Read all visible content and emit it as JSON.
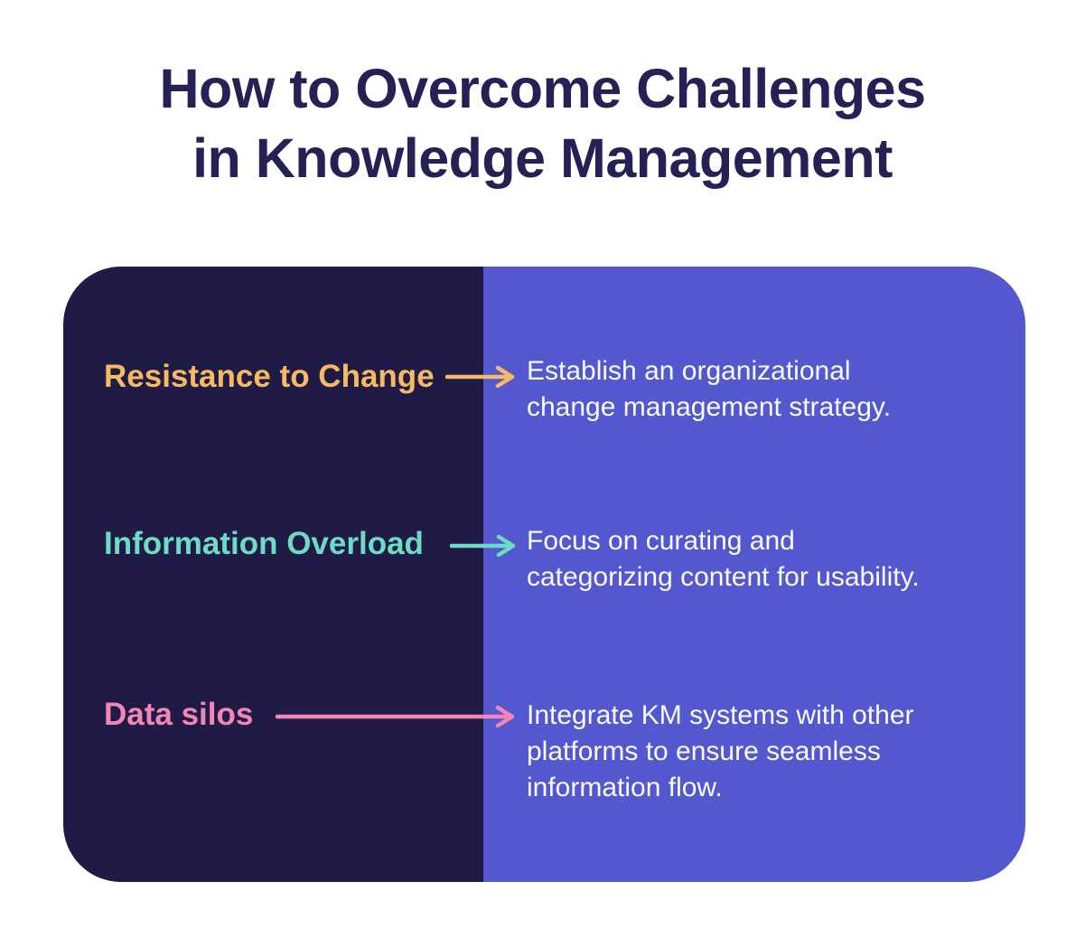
{
  "title": {
    "line1": "How to Overcome Challenges",
    "line2": "in Knowledge Management"
  },
  "colors": {
    "page-bg": "#ffffff",
    "title-text": "#262155",
    "panel-dark": "#201a47",
    "panel-light": "#5358ce",
    "solution-text": "#fafaff",
    "accent-orange": "#f5ba62",
    "accent-teal": "#6edcc4",
    "accent-pink": "#f287b5"
  },
  "rows": [
    {
      "label": "Resistance to Change",
      "color": "#f5ba62",
      "arrow_icon": "right-arrow-icon",
      "solution": "Establish an organizational change management strategy.",
      "lines": [
        "Establish an organizational",
        "change management strategy."
      ]
    },
    {
      "label": "Information Overload",
      "color": "#6edcc4",
      "arrow_icon": "right-arrow-icon",
      "solution": "Focus on curating and categorizing content for usability.",
      "lines": [
        "Focus on curating and",
        "categorizing content for usability."
      ]
    },
    {
      "label": "Data silos",
      "color": "#f287b5",
      "arrow_icon": "right-arrow-icon",
      "solution": "Integrate KM systems with other platforms to ensure seamless information flow.",
      "lines": [
        "Integrate KM systems with other",
        "platforms to ensure seamless",
        "information flow."
      ]
    }
  ]
}
